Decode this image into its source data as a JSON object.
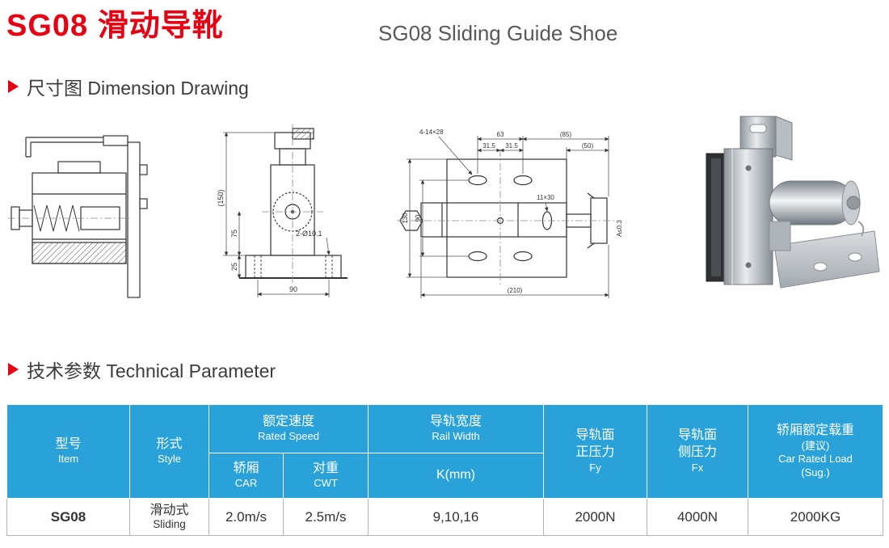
{
  "header": {
    "title_cn": "SG08 滑动导靴",
    "title_en": "SG08 Sliding Guide Shoe"
  },
  "sections": {
    "dimension": "尺寸图 Dimension Drawing",
    "technical": "技术参数 Technical Parameter"
  },
  "drawings": {
    "front_view": {
      "d150": "(150)",
      "d75": "75",
      "d25": "25",
      "d90": "90",
      "holes": "2-Ø10.1"
    },
    "top_view": {
      "slots": "4-14×28",
      "d63": "63",
      "d85": "(85)",
      "d315a": "31.5",
      "d315b": "31.5",
      "d50": "(50)",
      "slot_small": "11×30",
      "d130": "130",
      "d90": "90",
      "d210": "(210)",
      "flatness": "A≤0.3"
    }
  },
  "table": {
    "header": {
      "item_cn": "型号",
      "item_en": "Item",
      "style_cn": "形式",
      "style_en": "Style",
      "speed_cn": "额定速度",
      "speed_en": "Rated Speed",
      "car_cn": "轿厢",
      "car_en": "CAR",
      "cwt_cn": "对重",
      "cwt_en": "CWT",
      "rail_cn": "导轨宽度",
      "rail_en": "Rail Width",
      "rail_unit": "K(mm)",
      "fy_cn1": "导轨面",
      "fy_cn2": "正压力",
      "fy_sym": "Fy",
      "fx_cn1": "导轨面",
      "fx_cn2": "侧压力",
      "fx_sym": "Fx",
      "load_cn1": "轿厢额定载重",
      "load_cn2": "(建议)",
      "load_en1": "Car Rated Load",
      "load_en2": "(Sug.)"
    },
    "row": {
      "item": "SG08",
      "style_cn": "滑动式",
      "style_en": "Sliding",
      "car": "2.0m/s",
      "cwt": "2.5m/s",
      "k": "9,10,16",
      "fy": "2000N",
      "fx": "4000N",
      "load": "2000KG"
    }
  },
  "colors": {
    "accent_red": "#e60012",
    "header_blue": "#29a2da",
    "border_gray": "#b3b3b3",
    "subtitle_gray": "#58595b"
  }
}
